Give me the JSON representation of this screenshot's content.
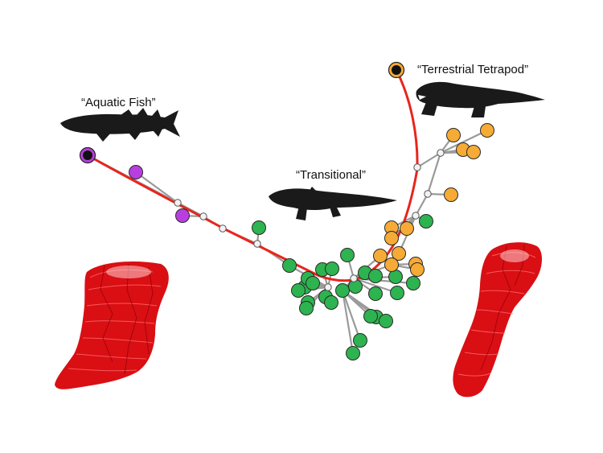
{
  "labels": {
    "aquatic": "“Aquatic Fish”",
    "transitional": "“Transitional”",
    "terrestrial": "“Terrestrial Tetrapod”"
  },
  "icons": {
    "fish": "fish-silhouette-icon",
    "salamander": "transitional-tetrapod-silhouette-icon",
    "tetrapod": "terrestrial-tetrapod-silhouette-icon",
    "bone_left": "humerus-3d-mesh-left",
    "bone_right": "humerus-3d-mesh-right"
  },
  "colors": {
    "fish_group": "#b83ee0",
    "transitional_group": "#2db34f",
    "tetrapod_group": "#f5ab35",
    "path": "#e8251c",
    "branch": "#9a9a9a",
    "bone": "#d90f14",
    "silhouette": "#1a1a1a"
  }
}
